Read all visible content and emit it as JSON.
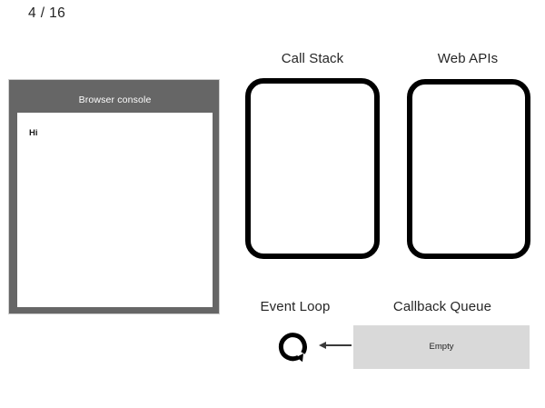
{
  "slide": {
    "page_indicator": "4 / 16",
    "background_color": "#ffffff"
  },
  "console": {
    "title": "Browser console",
    "header_color": "#666666",
    "body_color": "#ffffff",
    "lines": [
      "Hi"
    ]
  },
  "call_stack": {
    "label": "Call Stack",
    "border_color": "#000000",
    "items": []
  },
  "web_apis": {
    "label": "Web APIs",
    "border_color": "#000000",
    "items": []
  },
  "event_loop": {
    "label": "Event Loop",
    "icon": "circular-arrow-icon"
  },
  "callback_queue": {
    "label": "Callback Queue",
    "status": "Empty",
    "fill_color": "#d9d9d9"
  },
  "arrow": {
    "icon": "arrow-left-icon",
    "direction": "left"
  }
}
